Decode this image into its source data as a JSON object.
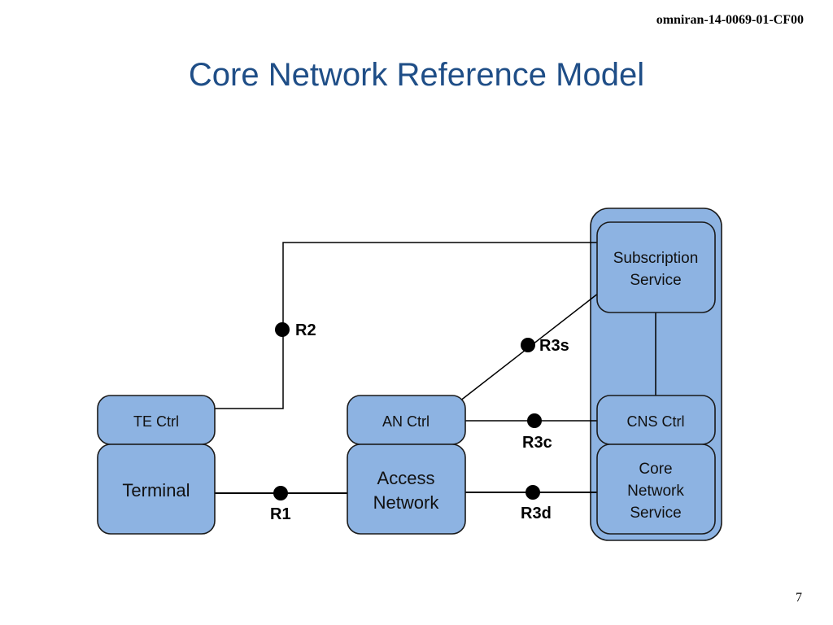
{
  "header": {
    "doc_id": "omniran-14-0069-01-CF00",
    "title": "Core Network Reference Model"
  },
  "footer": {
    "page_number": "7"
  },
  "colors": {
    "title": "#1f4e87",
    "box_fill": "#8db3e2",
    "box_stroke": "#1a1a1a",
    "line": "#000000"
  },
  "diagram": {
    "boxes": {
      "te_ctrl": "TE Ctrl",
      "terminal": "Terminal",
      "an_ctrl": "AN Ctrl",
      "access_network_line1": "Access",
      "access_network_line2": "Network",
      "subscription_line1": "Subscription",
      "subscription_line2": "Service",
      "cns_ctrl": "CNS Ctrl",
      "cns_line1": "Core",
      "cns_line2": "Network",
      "cns_line3": "Service"
    },
    "reference_points": {
      "r1": "R1",
      "r2": "R2",
      "r3s": "R3s",
      "r3c": "R3c",
      "r3d": "R3d"
    }
  }
}
